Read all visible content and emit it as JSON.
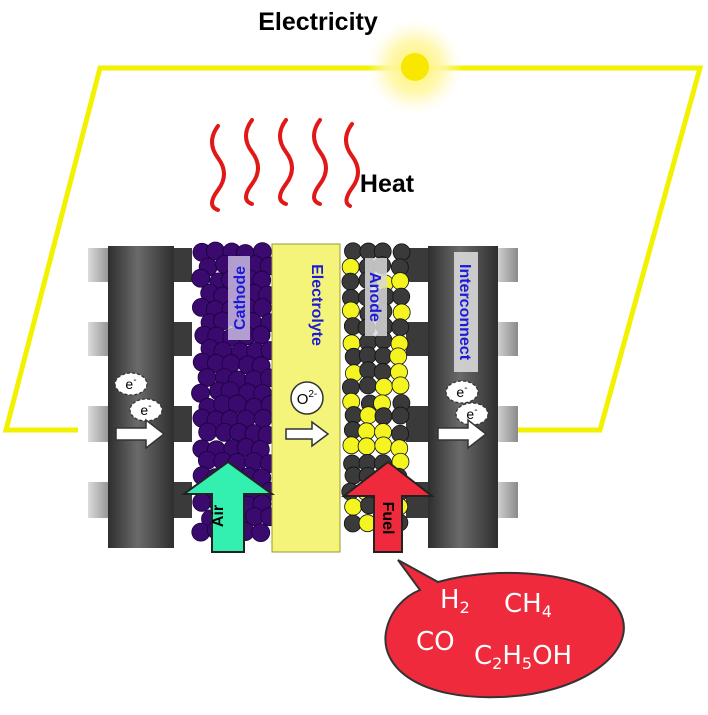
{
  "electricity_label": "Electricity",
  "heat_label": "Heat",
  "cathode_label": "Cathode",
  "electrolyte_label": "Electrolyte",
  "anode_label": "Anode",
  "interconnect_label": "Interconnect",
  "air_label": "Air",
  "fuel_label": "Fuel",
  "electron_label": "e",
  "electron_charge": "-",
  "oxide_ion_label": "O",
  "oxide_ion_charge": "2-",
  "fuels": [
    {
      "base": "H",
      "sub": "2"
    },
    {
      "base": "CH",
      "sub": "4"
    },
    {
      "base": "CO"
    },
    {
      "parts": [
        "C",
        "2",
        "H",
        "5",
        "OH"
      ]
    }
  ],
  "colors": {
    "circuit": "#f2f200",
    "heat": "#e01818",
    "cathode": "#3a0a6e",
    "electrolyte": "#f4f47a",
    "anode_dark": "#3a3a3a",
    "anode_light": "#f4f420",
    "interconnect": "#4a4a4a",
    "air_arrow": "#33f0b0",
    "fuel_arrow": "#ee2a3c",
    "fuel_bubble": "#ee2a3c",
    "label_text": "#1a1ad8"
  }
}
